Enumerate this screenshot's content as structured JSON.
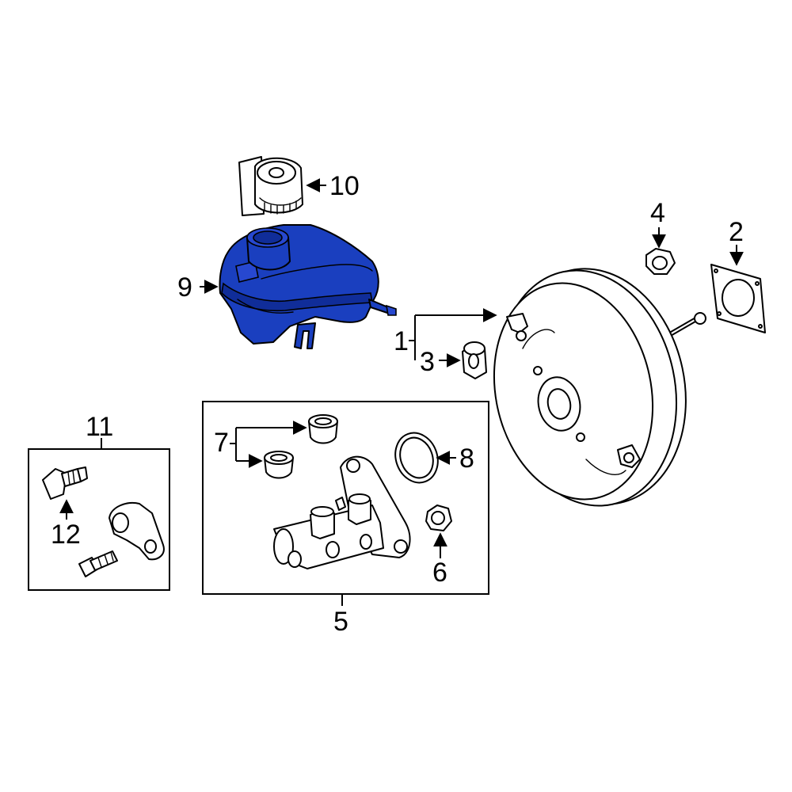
{
  "diagram": {
    "highlight_color": "#1a3fbf",
    "callouts": [
      {
        "id": "1",
        "label": "1"
      },
      {
        "id": "2",
        "label": "2"
      },
      {
        "id": "3",
        "label": "3"
      },
      {
        "id": "4",
        "label": "4"
      },
      {
        "id": "5",
        "label": "5"
      },
      {
        "id": "6",
        "label": "6"
      },
      {
        "id": "7",
        "label": "7"
      },
      {
        "id": "8",
        "label": "8"
      },
      {
        "id": "9",
        "label": "9"
      },
      {
        "id": "10",
        "label": "10"
      },
      {
        "id": "11",
        "label": "11"
      },
      {
        "id": "12",
        "label": "12"
      }
    ]
  }
}
